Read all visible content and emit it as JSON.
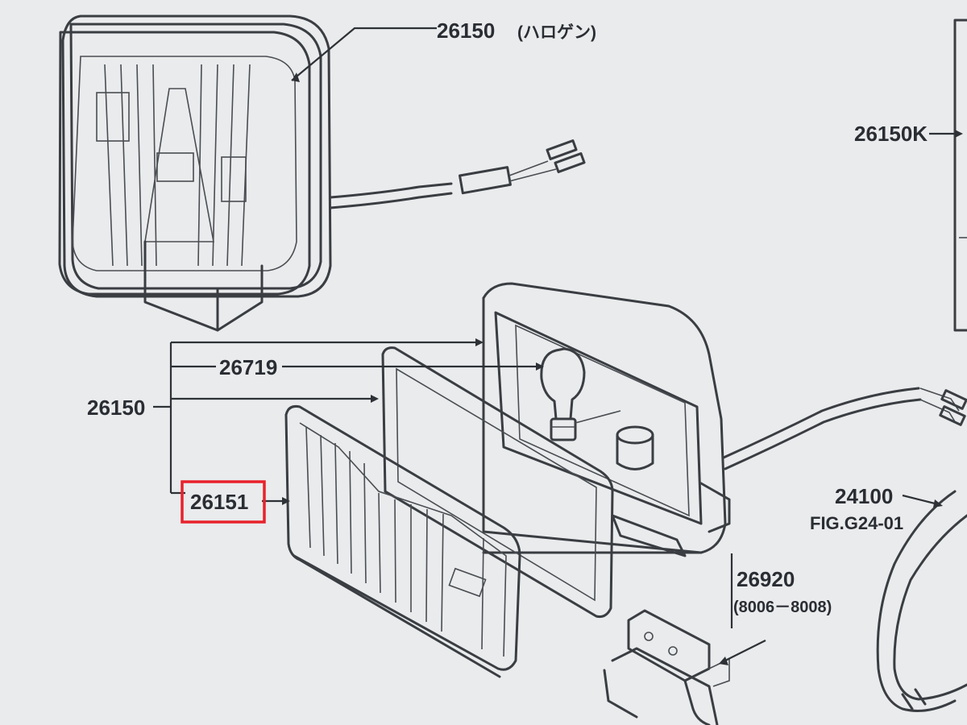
{
  "diagram": {
    "labels": {
      "halogen_lamp_part": "26150",
      "halogen_note": "(ハロゲン)",
      "lamp_kit_part": "26150K",
      "bulb_part": "26719",
      "assembly_part": "26150",
      "lens_part": "26151",
      "harness_part": "24100",
      "harness_ref": "FIG.G24-01",
      "bracket_part": "26920",
      "bracket_range": "(8006－8008)"
    },
    "highlight": {
      "target": "lens_part",
      "color": "#e8212b"
    },
    "colors": {
      "background": "#e9ebec",
      "ink": "#2a2d33"
    }
  }
}
